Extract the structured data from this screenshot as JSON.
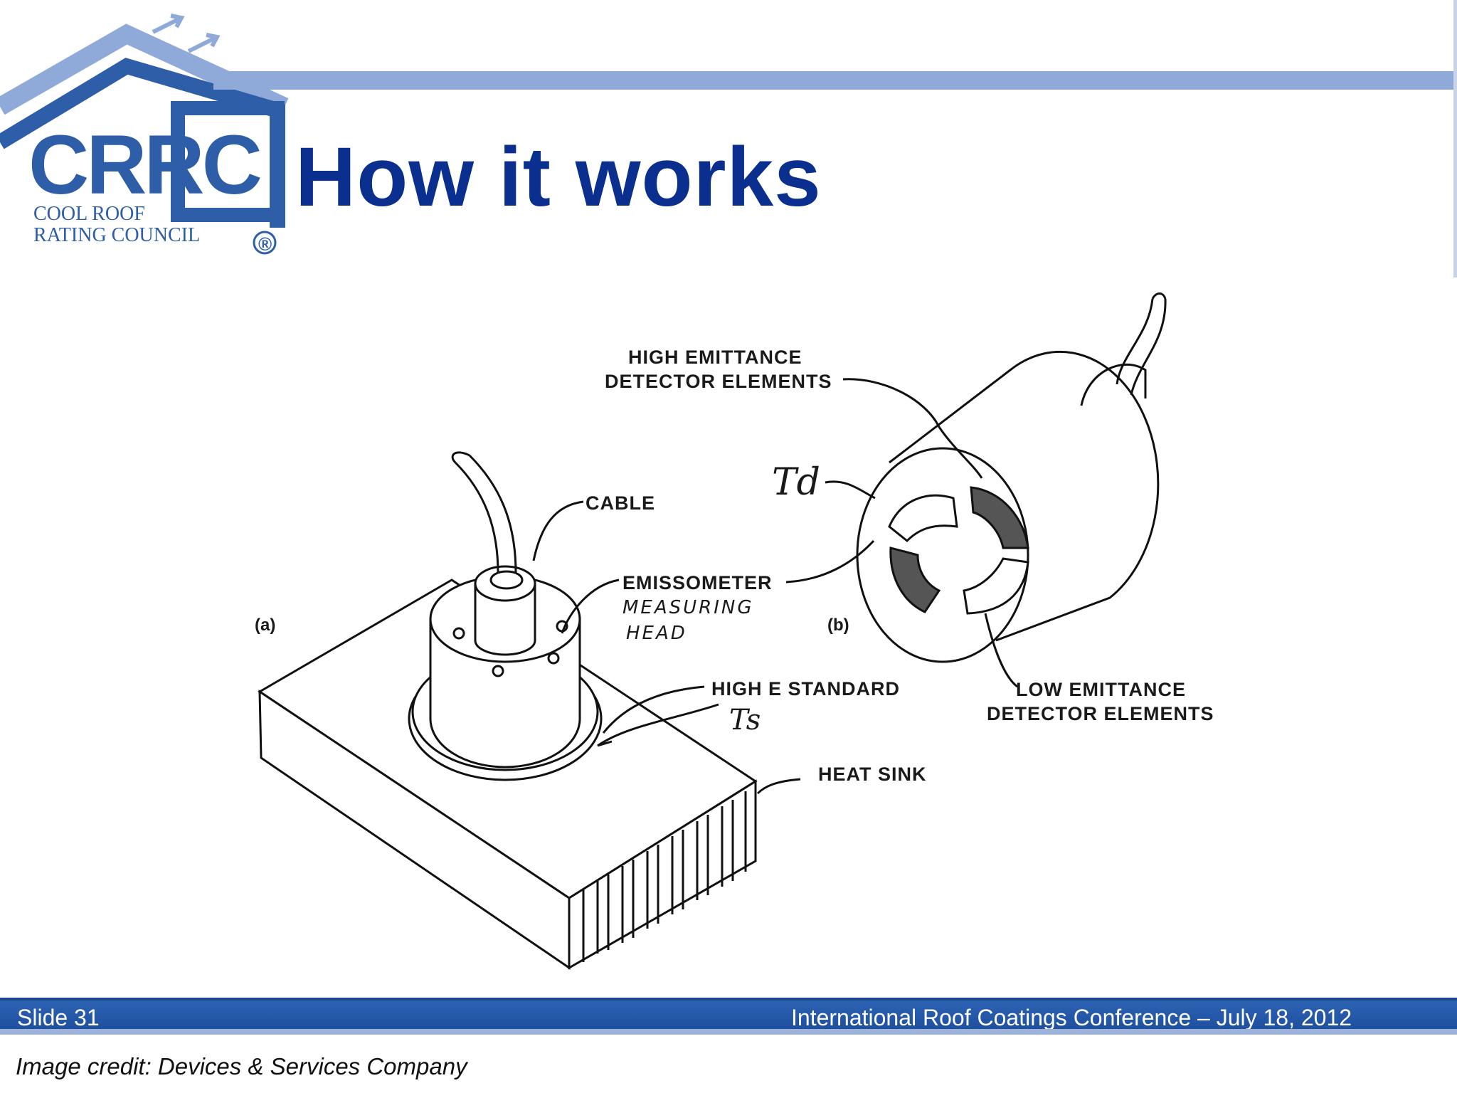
{
  "header": {
    "title": "How it works",
    "logo": {
      "acronym": "CRRC",
      "line1": "COOL ROOF",
      "line2": "RATING COUNCIL",
      "registered": "®",
      "brand_color": "#2e5ea8",
      "accent_color": "#8fa9d9"
    }
  },
  "diagram": {
    "labels": {
      "high_emittance_1": "HIGH EMITTANCE",
      "high_emittance_2": "DETECTOR ELEMENTS",
      "cable": "CABLE",
      "td": "Td",
      "emissometer": "EMISSOMETER",
      "measuring": "MEASURING",
      "head": "HEAD",
      "panel_a": "(a)",
      "panel_b": "(b)",
      "high_e_standard": "HIGH E STANDARD",
      "ts": "Ts",
      "low_emittance_1": "LOW EMITTANCE",
      "low_emittance_2": "DETECTOR ELEMENTS",
      "heat_sink": "HEAT SINK"
    }
  },
  "footer": {
    "slide": "Slide 31",
    "conference": "International Roof Coatings Conference – July 18, 2012",
    "credit": "Image credit: Devices & Services Company",
    "bar_color": "#2d62b3"
  }
}
